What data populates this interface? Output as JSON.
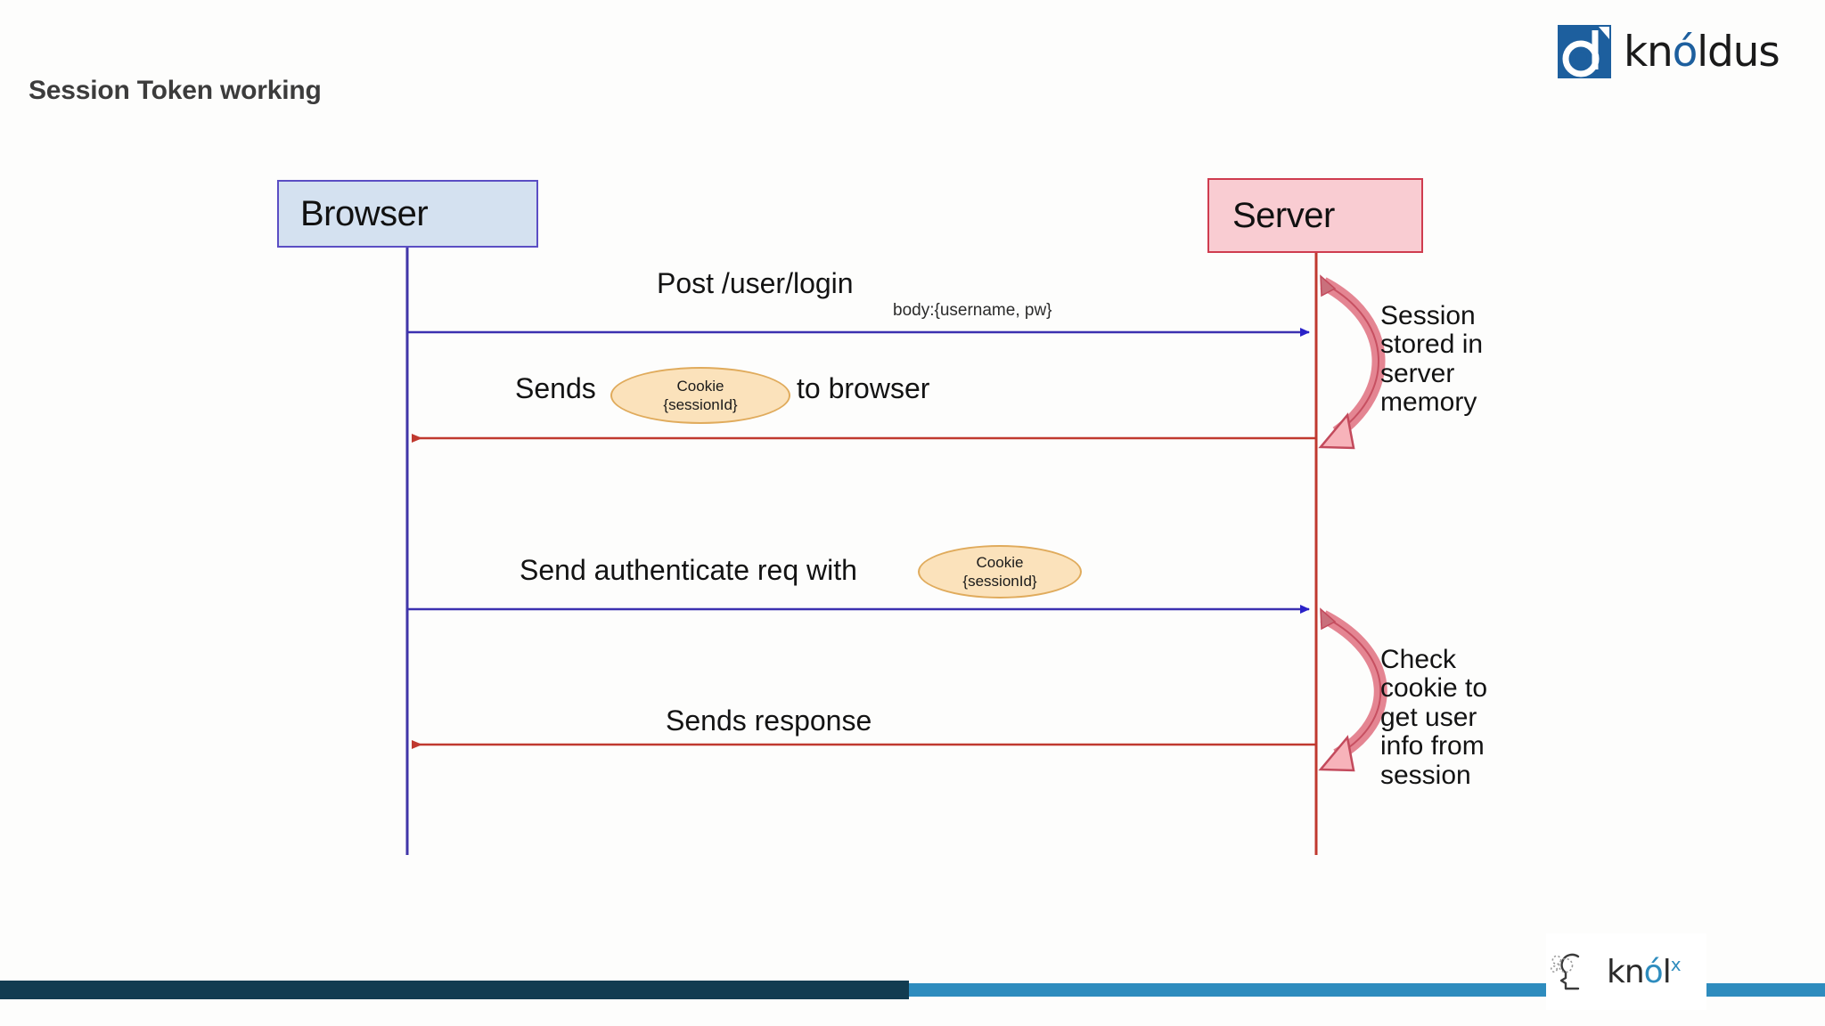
{
  "slide": {
    "title": "Session Token working"
  },
  "brand": {
    "logo_mark": "knoldus-circle-icon",
    "word_part1": "kn",
    "word_accent": "ó",
    "word_part2": "ldus"
  },
  "footer": {
    "logo_mark": "knolx-head-icon",
    "word_part1": "kn",
    "word_accent": "ó",
    "word_part2": "l",
    "superscript": "x",
    "bar_dark_color": "#123c51",
    "bar_light_color": "#2e8cbe"
  },
  "diagram": {
    "type": "sequence-diagram",
    "participants": [
      {
        "id": "browser",
        "label": "Browser",
        "fill": "#d4e1f0",
        "stroke": "#5b4ec4",
        "lifeline_color": "#4035a8"
      },
      {
        "id": "server",
        "label": "Server",
        "fill": "#f9ccd2",
        "stroke": "#cf3c4f",
        "lifeline_color": "#c0392f"
      }
    ],
    "messages": [
      {
        "id": "msg1",
        "from": "browser",
        "to": "server",
        "label": "Post /user/login",
        "sub_label": "body:{username, pw}",
        "arrow_color": "#3c31b0",
        "direction": "right"
      },
      {
        "id": "msg2",
        "from": "server",
        "to": "browser",
        "label_before": "Sends",
        "label_after": "to browser",
        "badge_line1": "Cookie",
        "badge_line2": "{sessionId}",
        "arrow_color": "#c0392f",
        "direction": "left"
      },
      {
        "id": "msg3",
        "from": "browser",
        "to": "server",
        "label_before": "Send authenticate req with",
        "badge_line1": "Cookie",
        "badge_line2": "{sessionId}",
        "arrow_color": "#3c31b0",
        "direction": "right"
      },
      {
        "id": "msg4",
        "from": "server",
        "to": "browser",
        "label": "Sends response",
        "arrow_color": "#c0392f",
        "direction": "left"
      }
    ],
    "self_loops": [
      {
        "id": "loop1",
        "on": "server",
        "note_lines": [
          "Session",
          "stored in",
          "server",
          "memory"
        ],
        "color": "#d9566a"
      },
      {
        "id": "loop2",
        "on": "server",
        "note_lines": [
          "Check",
          "cookie to",
          "get user",
          "info from",
          "session"
        ],
        "color": "#d9566a"
      }
    ],
    "badge_fill": "#fbe2bb",
    "badge_stroke": "#e0ab5c"
  }
}
